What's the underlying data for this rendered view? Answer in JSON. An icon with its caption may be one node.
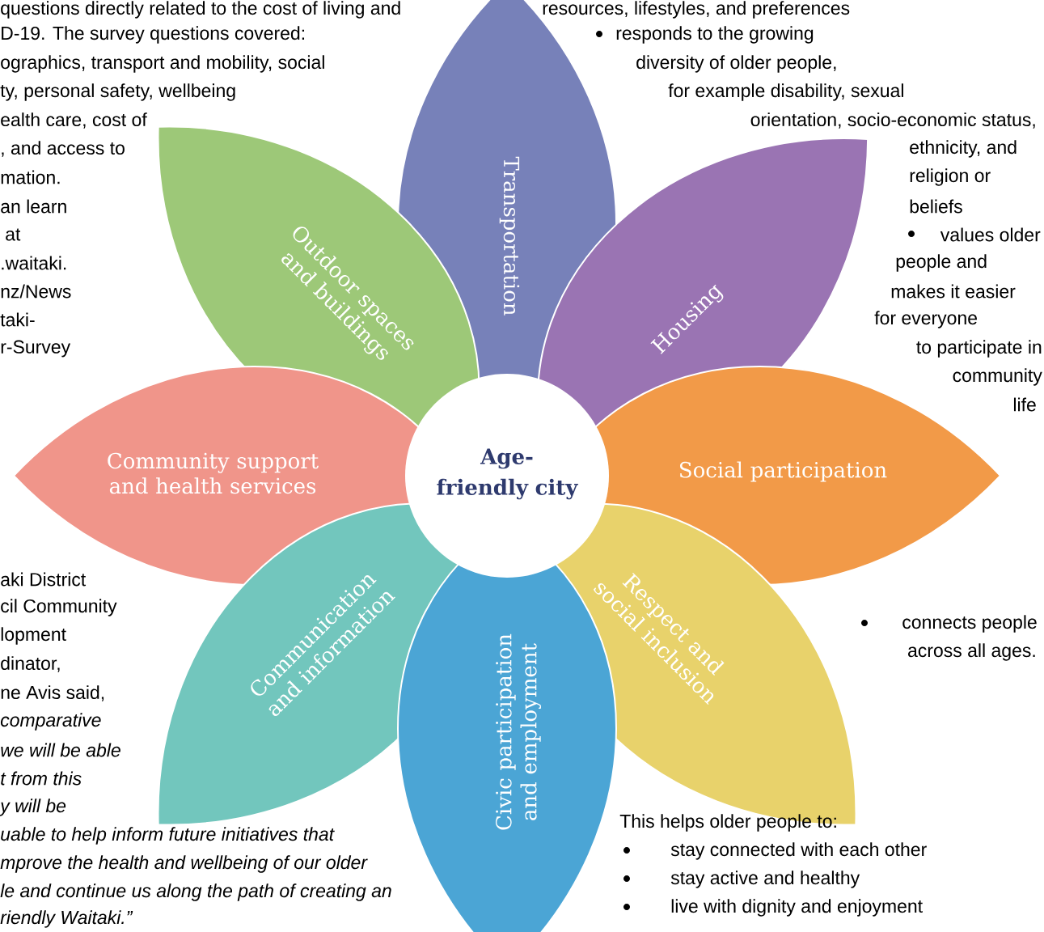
{
  "diagram": {
    "nodes": [
      {
        "text": [
          "Transportation"
        ]
      },
      {
        "text": [
          "Outdoor spaces and buildings"
        ]
      },
      {
        "text": [
          "Housing"
        ]
      },
      {
        "text": [
          "Community support and health services"
        ]
      },
      {
        "text": [
          "Age-friendly city"
        ]
      },
      {
        "text": [
          "Social participation"
        ]
      },
      {
        "text": [
          "Communication and information"
        ]
      },
      {
        "text": [
          "Respect and social inclusion"
        ]
      },
      {
        "text": [
          "Civic participation and employment"
        ]
      }
    ],
    "labels": [
      "questions directly related to the cost of living and",
      "D-19. The survey questions covered:",
      "ographics, transport and mobility, social",
      "ty, personal safety, wellbeing",
      "ealth care, cost of",
      ", and access to",
      "mation.",
      "an learn",
      "at",
      ".waitaki.",
      "nz/News",
      "taki-",
      "r-Survey",
      "resources, lifestyles, and preferences",
      "responds to the growing",
      "diversity of  older people,",
      "for example disability, sexual",
      "orientation, socio-economic status,",
      "ethnicity, and",
      "religion or",
      "beliefs",
      "values older",
      "people and",
      "makes it easier",
      "for everyone",
      "to participate in",
      "community",
      "life",
      "aki District",
      "cil Community",
      "lopment",
      "dinator,",
      "ne Avis said,",
      "comparative",
      "we will be able",
      "t from this",
      "y will be",
      "uable to help inform future initiatives that",
      "mprove the health and wellbeing of our older",
      "le and continue us along the path of creating an",
      "riendly Waitaki.”",
      "connects people",
      "across all ages.",
      "This helps older people to:",
      "stay connected with each other",
      "stay active and healthy",
      "live with dignity and enjoyment"
    ]
  }
}
